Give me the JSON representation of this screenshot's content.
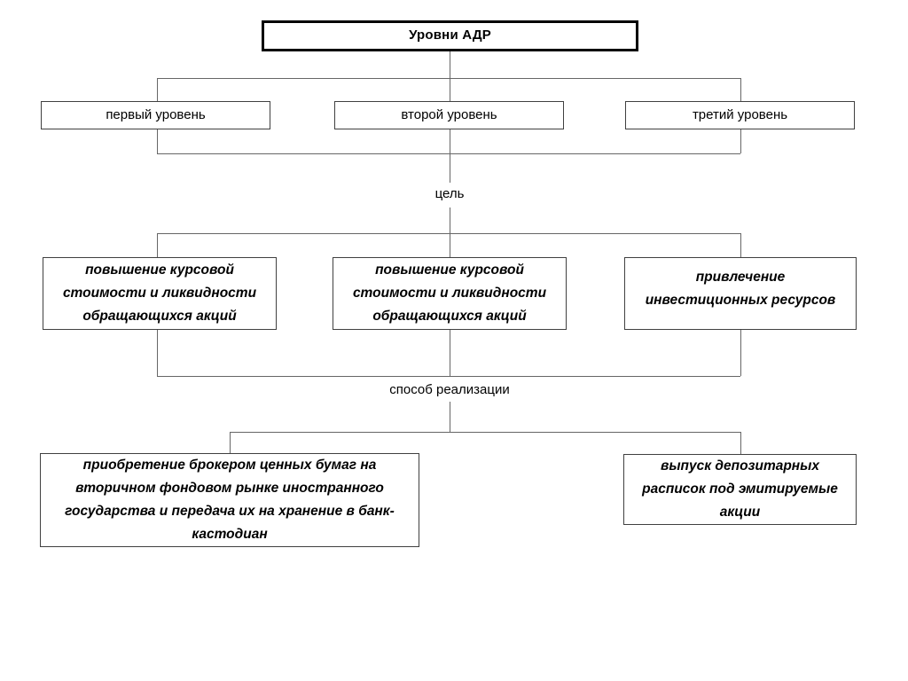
{
  "diagram": {
    "title": "Уровни АДР",
    "levels": [
      {
        "label": "первый уровень"
      },
      {
        "label": "второй уровень"
      },
      {
        "label": "третий уровень"
      }
    ],
    "goal_junction_label": "цель",
    "goals": [
      {
        "label": "повышение курсовой стоимости и ликвидности обращающихся акций"
      },
      {
        "label": "повышение курсовой стоимости и ликвидности обращающихся акций"
      },
      {
        "label": "привлечение инвестиционных ресурсов"
      }
    ],
    "method_junction_label": "способ реализации",
    "methods": [
      {
        "label": "приобретение брокером ценных бумаг на вторичном фондовом рынке иностранного государства и передача их на хранение в банк-кастодиан"
      },
      {
        "label": "выпуск депозитарных расписок под эмитируемые акции"
      }
    ],
    "colors": {
      "border": "#404040",
      "root-border": "#000000",
      "connector": "#666666",
      "text": "#000000",
      "background": "#ffffff"
    }
  }
}
